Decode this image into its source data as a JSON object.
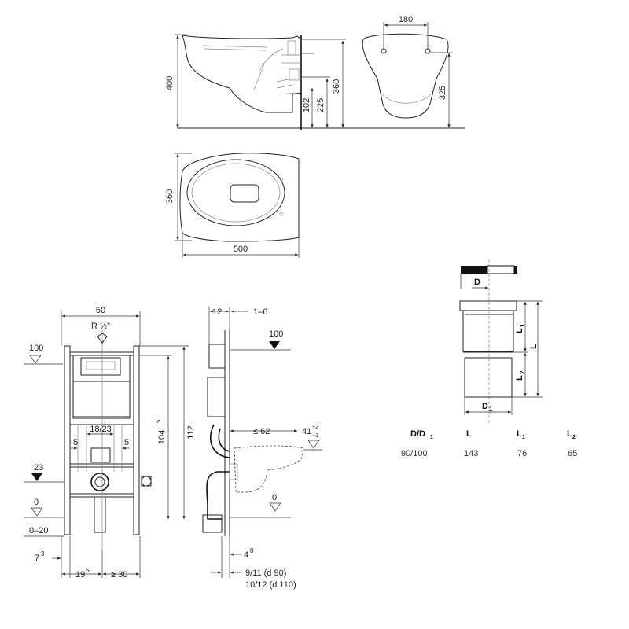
{
  "side_view": {
    "height": "400",
    "outlet_upper": "360",
    "outlet_lower": "225",
    "outlet_pipe": "102"
  },
  "front_view": {
    "mount_spacing": "180",
    "outlet_height": "325"
  },
  "top_view": {
    "width": "360",
    "length": "500"
  },
  "frame_front": {
    "width": "50",
    "supply": "R ½\"",
    "level_100": "100",
    "height_112": "112",
    "height_104": "104",
    "height_104_sup": "5",
    "level_23": "23",
    "level_0": "0",
    "range_0_20": "0–20",
    "spacing_18_23": "18/23",
    "dim_5_left": "5",
    "dim_5_right": "5",
    "dim_7": "7",
    "dim_7_sup": "3",
    "dim_19": "19",
    "dim_19_sup": "5",
    "dim_30": "≥ 30"
  },
  "frame_side": {
    "dim_12": "12",
    "dim_1_6": "1–6",
    "level_100": "100",
    "dim_62": "≤ 62",
    "dim_41": "41",
    "dim_41_sup": "+2",
    "dim_41_sub": "−1",
    "level_0": "0",
    "dim_4": "4",
    "dim_4_sup": "8",
    "note_line1": "9/11  (d 90)",
    "note_line2": "10/12 (d 110)"
  },
  "pipe_fitting": {
    "label_D": "D",
    "label_D1": "D",
    "label_D1_sub": "1",
    "label_L": "L",
    "label_L1": "L",
    "label_L1_sub": "1",
    "label_L2": "L",
    "label_L2_sub": "2"
  },
  "spec_table": {
    "headers": [
      {
        "main": "D/D",
        "sub": "1"
      },
      {
        "main": "L",
        "sub": ""
      },
      {
        "main": "L",
        "sub": "1"
      },
      {
        "main": "L",
        "sub": "2"
      }
    ],
    "row": [
      "90/100",
      "143",
      "76",
      "65"
    ]
  }
}
